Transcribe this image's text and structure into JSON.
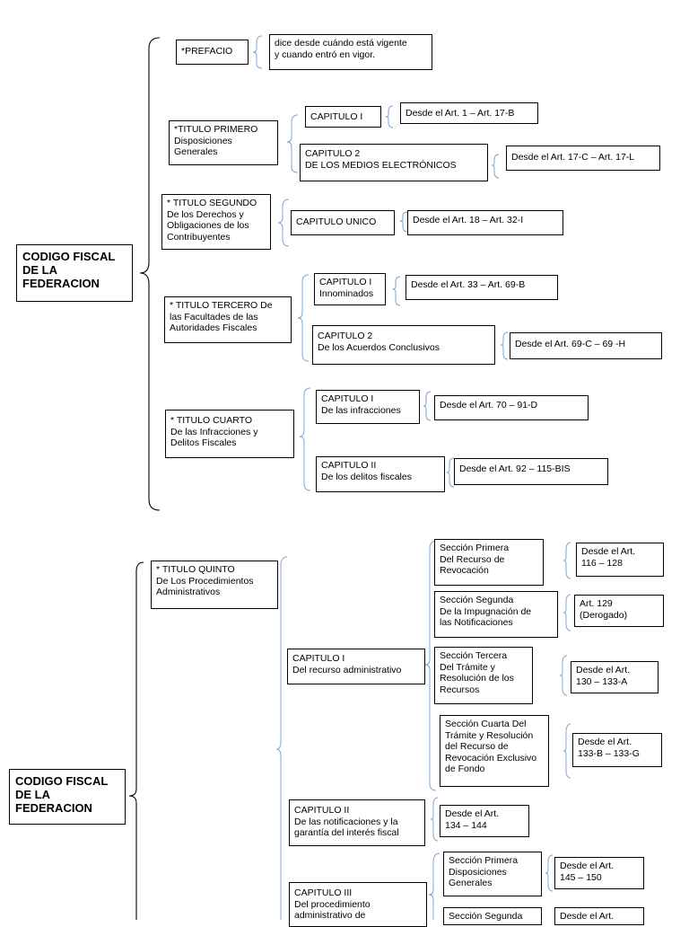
{
  "diagram1": {
    "root": "CODIGO FISCAL\nDE LA\nFEDERACION",
    "prefacio": "*PREFACIO",
    "prefacio_desc": "dice desde cuándo está vigente\ny cuando entró en vigor.",
    "titulo1": "*TITULO PRIMERO\nDisposiciones\nGenerales",
    "t1_cap1": "CAPITULO I",
    "t1_cap1_art": "Desde el Art. 1 – Art. 17-B",
    "t1_cap2": "CAPITULO 2\nDE LOS MEDIOS ELECTRÓNICOS",
    "t1_cap2_art": "Desde el Art. 17-C – Art. 17-L",
    "titulo2": "* TITULO SEGUNDO\nDe los Derechos y\nObligaciones de los\nContribuyentes",
    "t2_cap": "CAPITULO UNICO",
    "t2_cap_art": "Desde el Art. 18 – Art. 32-I",
    "titulo3": "* TITULO TERCERO De\nlas Facultades de las\nAutoridades Fiscales",
    "t3_cap1": "CAPITULO I\nInnominados",
    "t3_cap1_art": "Desde el Art. 33 – Art. 69-B",
    "t3_cap2": "CAPITULO 2\nDe los Acuerdos Conclusivos",
    "t3_cap2_art": "Desde el Art. 69-C – 69 -H",
    "titulo4": "* TITULO CUARTO\nDe las Infracciones y\nDelitos Fiscales",
    "t4_cap1": "CAPITULO I\nDe las infracciones",
    "t4_cap1_art": "Desde el Art. 70 – 91-D",
    "t4_cap2": "CAPITULO II\n De los delitos fiscales",
    "t4_cap2_art": "Desde el Art. 92 – 115-BIS"
  },
  "diagram2": {
    "root": "CODIGO FISCAL\nDE LA\nFEDERACION",
    "titulo5": "* TITULO QUINTO\n De Los Procedimientos\nAdministrativos",
    "cap1": "CAPITULO I\nDel recurso administrativo",
    "sec1": "Sección Primera\nDel Recurso de\nRevocación",
    "sec1_art": "Desde el Art.\n116 – 128",
    "sec2": "Sección Segunda\nDe la Impugnación de\nlas Notificaciones",
    "sec2_art": "Art. 129\n(Derogado)",
    "sec3": "Sección Tercera\nDel Trámite y\nResolución de los\nRecursos",
    "sec3_art": "Desde el Art.\n130 – 133-A",
    "sec4": "Sección Cuarta Del\nTrámite y Resolución\ndel Recurso de\nRevocación Exclusivo\nde Fondo",
    "sec4_art": "Desde el Art.\n133-B – 133-G",
    "cap2": "CAPITULO II\nDe las notificaciones y la\ngarantía del interés fiscal",
    "cap2_art": "Desde el Art.\n134 – 144",
    "cap3": "CAPITULO III\nDel procedimiento\nadministrativo de",
    "cap3_sec1": "Sección Primera\nDisposiciones\nGenerales",
    "cap3_sec1_art": "Desde el Art.\n145 – 150",
    "cap3_sec2": "Sección Segunda",
    "cap3_sec2_art": "Desde el Art."
  }
}
